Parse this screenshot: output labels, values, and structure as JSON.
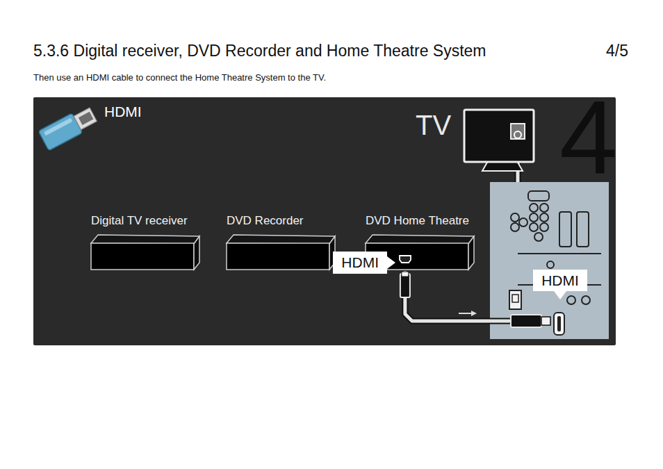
{
  "diagram": {
    "title": "5.3.6 Digital receiver, DVD Recorder and Home Theatre System",
    "nodes": [
      {
        "text": [
          "Digital TV receiver"
        ]
      },
      {
        "text": [
          "DVD Recorder"
        ]
      },
      {
        "text": [
          "DVD Home Theatre"
        ]
      },
      {
        "text": [
          "HDMI"
        ]
      },
      {
        "text": [
          "TV"
        ]
      },
      {
        "text": [
          "HDMI"
        ],
        "in": 4
      }
    ],
    "edges": [
      {
        "from": 2,
        "to": 4,
        "arrow": "none"
      }
    ],
    "labels": [
      "4/5",
      "Then use an HDMI cable to connect the Home Theatre System to the TV.",
      "HDMI",
      "4"
    ]
  }
}
